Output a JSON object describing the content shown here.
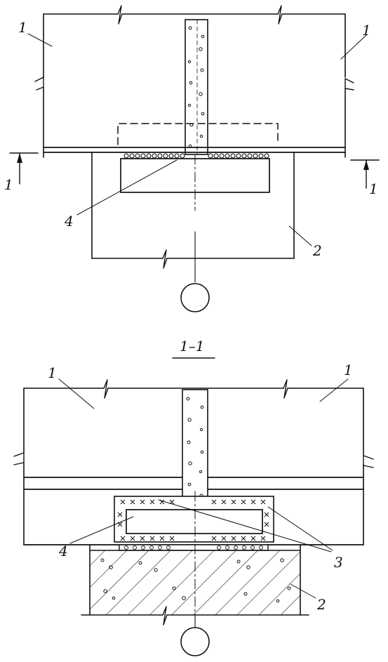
{
  "labels": {
    "wall_left_top": "1",
    "wall_right_top": "1",
    "cut_marker_left": "1",
    "cut_marker_right": "1",
    "pad_top": "4",
    "pier_top": "2",
    "section_title": "1–1",
    "wall_left_bottom": "1",
    "wall_right_bottom": "1",
    "pad_bottom": "4",
    "insulation_bottom": "3",
    "pier_bottom": "2"
  },
  "colors": {
    "ink": "#111111",
    "paper": "#ffffff"
  }
}
